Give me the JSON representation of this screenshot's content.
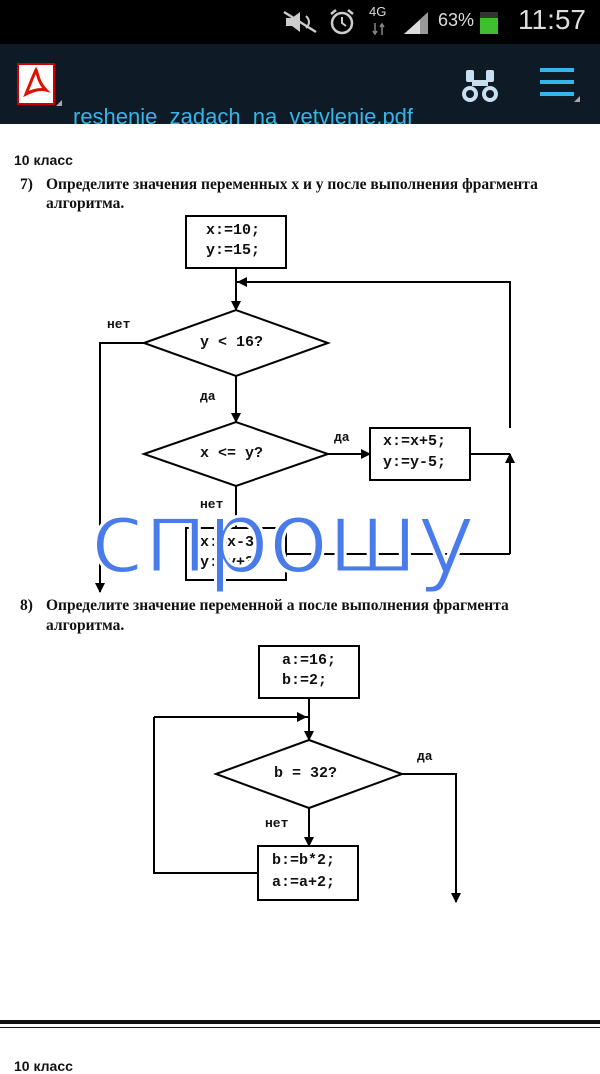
{
  "status_bar": {
    "network": "4G",
    "battery_percent": "63%",
    "time": "11:57"
  },
  "app_bar": {
    "title": "reshenie_zadach_na_vetvlenie.pdf"
  },
  "document": {
    "page_header": "10 класс",
    "task7": {
      "number": "7)",
      "line1": "Определите значения переменных x и y после выполнения фрагмента",
      "line2": "алгоритма.",
      "flowchart": {
        "init_line1": "x:=10;",
        "init_line2": "y:=15;",
        "cond1": "y < 16?",
        "label_no_1": "нет",
        "label_yes_1": "да",
        "cond2": "x <= y?",
        "label_yes_2": "да",
        "label_no_2": "нет",
        "act_yes_line1": "x:=x+5;",
        "act_yes_line2": "y:=y-5;",
        "act_no_line1": "x:=x-3",
        "act_no_line2": "y:=y+3"
      }
    },
    "task8": {
      "number": "8)",
      "line1": "Определите значение переменной a после выполнения фрагмента",
      "line2": "алгоритма.",
      "flowchart": {
        "init_line1": "a:=16;",
        "init_line2": "b:=2;",
        "cond": "b = 32?",
        "label_yes": "да",
        "label_no": "нет",
        "act_line1": "b:=b*2;",
        "act_line2": "a:=a+2;"
      }
    },
    "next_page_header": "10 класс"
  },
  "overlay": {
    "handwritten_text": "спрошу",
    "color": "#4a7bea"
  },
  "colors": {
    "status_bar_bg": "#000000",
    "app_bar_bg": "#0e1a26",
    "title_color": "#36b6e8"
  }
}
